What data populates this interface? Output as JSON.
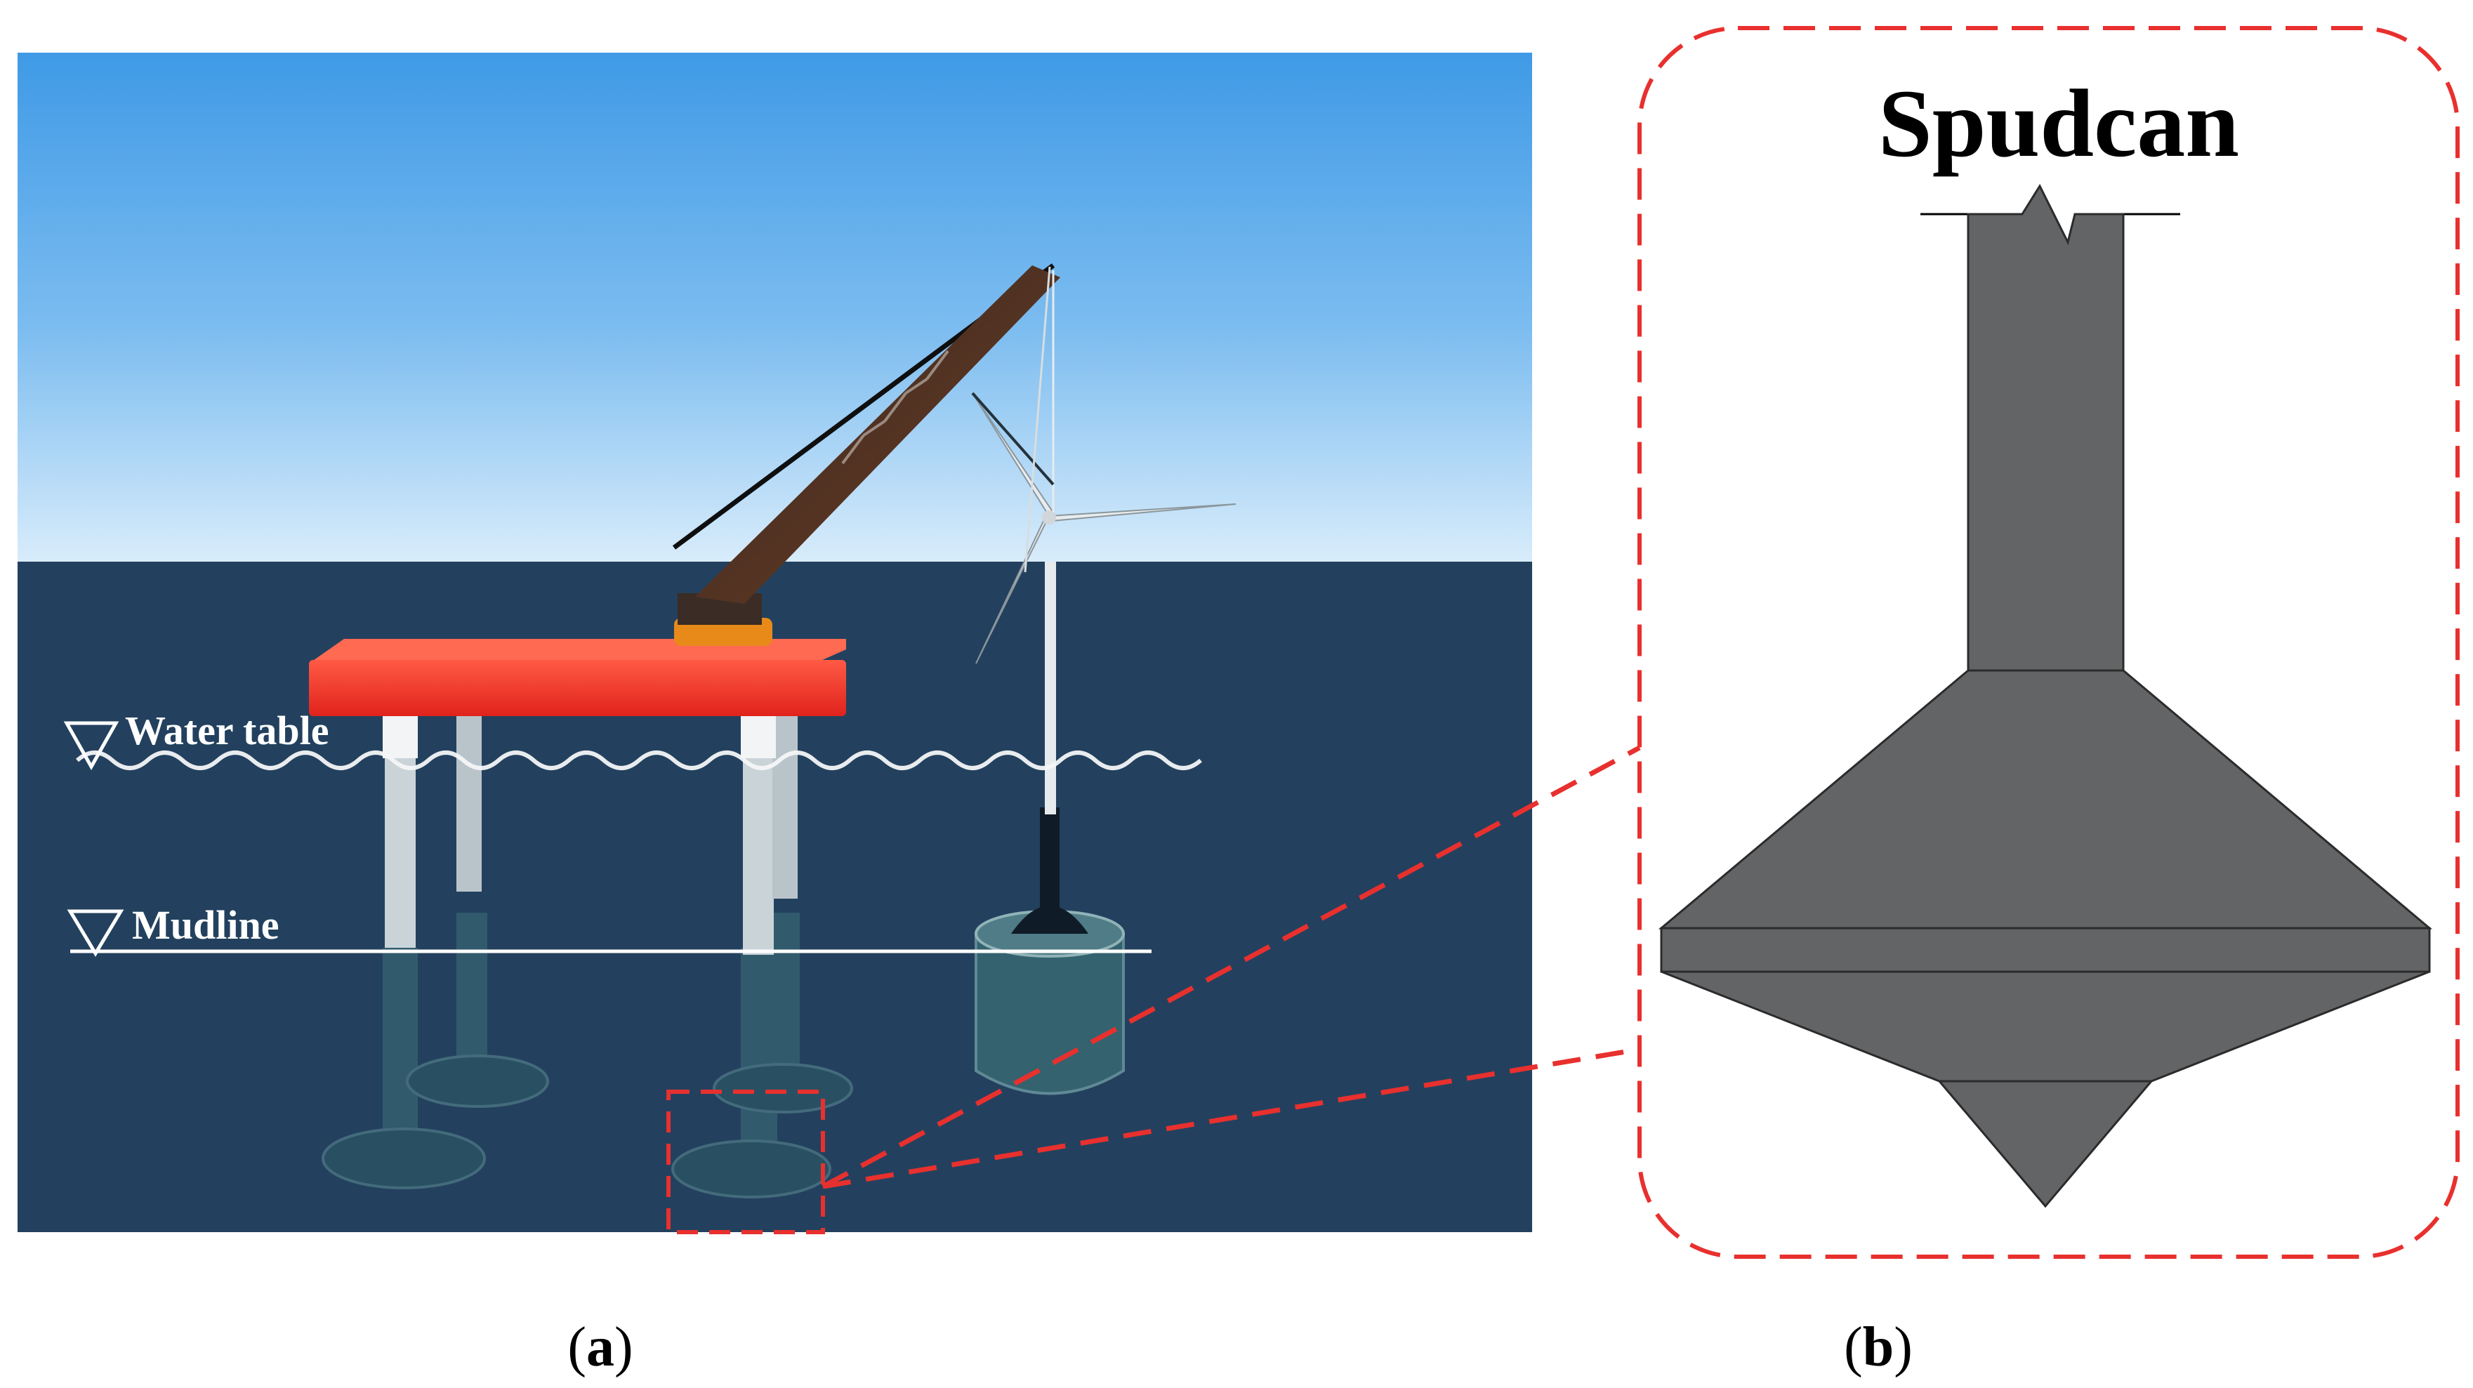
{
  "panel_a": {
    "labels": {
      "water_table": "Water table",
      "mudline": "Mudline"
    },
    "caption": {
      "open": "(",
      "letter": "a",
      "close": ")"
    }
  },
  "panel_b": {
    "title": "Spudcan",
    "caption": {
      "open": "(",
      "letter": "b",
      "close": ")"
    }
  },
  "colors": {
    "sky_top": "#3d9be8",
    "sky_bottom": "#d6ecfb",
    "sea": "#23415e",
    "platform": "#ff3b2e",
    "spudcan_fill": "#636466",
    "highlight_dash": "#e8302e",
    "label": "#ffffff"
  }
}
